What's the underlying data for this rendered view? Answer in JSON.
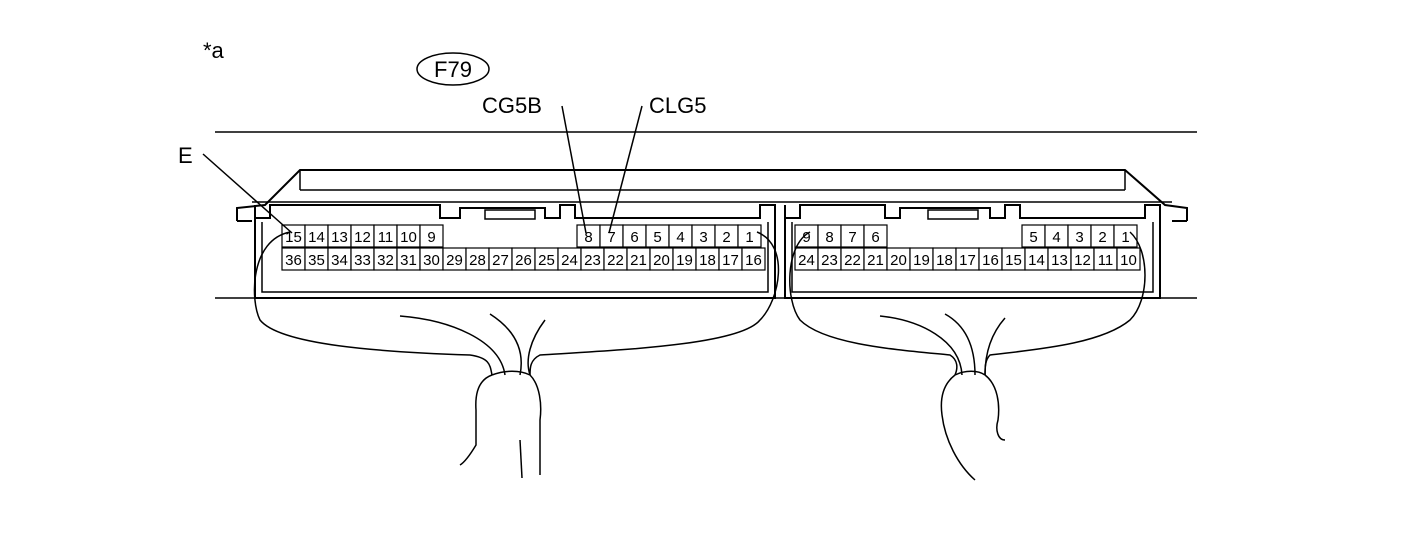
{
  "figure_marker": "*a",
  "connector_id": "F79",
  "callouts": {
    "e": "E",
    "cg5b": "CG5B",
    "clg5": "CLG5"
  },
  "left_connector": {
    "top_row_left": [
      "15",
      "14",
      "13",
      "12",
      "11",
      "10",
      "9"
    ],
    "top_row_right": [
      "8",
      "7",
      "6",
      "5",
      "4",
      "3",
      "2",
      "1"
    ],
    "bottom_row": [
      "36",
      "35",
      "34",
      "33",
      "32",
      "31",
      "30",
      "29",
      "28",
      "27",
      "26",
      "25",
      "24",
      "23",
      "22",
      "21",
      "20",
      "19",
      "18",
      "17",
      "16"
    ]
  },
  "right_connector": {
    "top_row_left": [
      "9",
      "8",
      "7",
      "6"
    ],
    "top_row_right": [
      "5",
      "4",
      "3",
      "2",
      "1"
    ],
    "bottom_row": [
      "24",
      "23",
      "22",
      "21",
      "20",
      "19",
      "18",
      "17",
      "16",
      "15",
      "14",
      "13",
      "12",
      "11",
      "10"
    ]
  }
}
